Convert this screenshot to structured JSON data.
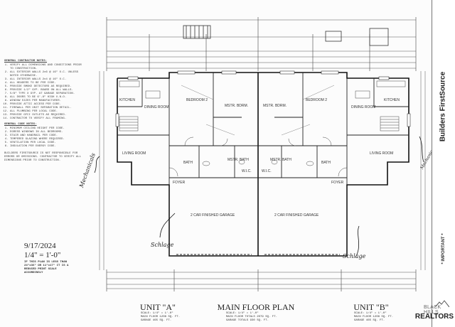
{
  "notes": {
    "general_heading": "GENERAL CONTRACTOR NOTES:",
    "general_items": [
      "VERIFY ALL DIMENSIONS AND CONDITIONS PRIOR TO CONSTRUCTION.",
      "ALL EXTERIOR WALLS 2x6 @ 16\" O.C. UNLESS NOTED OTHERWISE.",
      "ALL INTERIOR WALLS 2x4 @ 16\" O.C.",
      "ALL HEADERS TO BE PER CODE.",
      "PROVIDE SMOKE DETECTORS AS REQUIRED.",
      "PROVIDE 1/2\" GYP. BOARD ON ALL WALLS.",
      "5/8\" TYPE X GYP. AT GARAGE SEPARATION.",
      "ALL DOORS TO BE 6'-8\" HIGH U.N.O.",
      "WINDOW SIZES PER MANUFACTURER.",
      "PROVIDE ATTIC ACCESS PER CODE.",
      "FIREWALL PER UNIT SEPARATION DETAIL.",
      "ALL PLUMBING PER LOCAL CODE.",
      "PROVIDE GFCI OUTLETS AS REQUIRED.",
      "CONTRACTOR TO VERIFY ALL FRAMING."
    ],
    "general2_heading": "GENERAL CODE NOTES:",
    "general2_items": [
      "MINIMUM CEILING HEIGHT PER CODE.",
      "EGRESS WINDOWS IN ALL BEDROOMS.",
      "STAIR AND HANDRAIL PER CODE.",
      "TEMPERED GLAZING WHERE REQUIRED.",
      "VENTILATION PER LOCAL CODE.",
      "INSULATION PER ENERGY CODE."
    ],
    "disclaimer": "BUILDERS FIRSTSOURCE IS NOT RESPONSIBLE FOR ERRORS OR OMISSIONS. CONTRACTOR TO VERIFY ALL DIMENSIONS PRIOR TO CONSTRUCTION."
  },
  "date": "9/17/2024",
  "scale": "1/4\" = 1'-0\"",
  "scale_note": "IF THIS PLAN IS LESS THAN 24\"x36\" OR 11\"x17\" IT IS A REDUCED PRINT SCALE ACCORDINGLY",
  "titles": {
    "unit_a": "UNIT \"A\"",
    "main": "MAIN FLOOR PLAN",
    "unit_b": "UNIT \"B\"",
    "unit_a_sub": [
      "SCALE: 1/4\" = 1'-0\"",
      "MAIN FLOOR   1208 SQ. FT.",
      "GARAGE         465 SQ. FT."
    ],
    "main_sub": [
      "SCALE: 1/4\" = 1'-0\"",
      "MAIN FLOOR TOTALS 2079 SQ. FT.",
      "GARAGE        TOTALS  930 SQ. FT."
    ],
    "unit_b_sub": [
      "SCALE: 1/4\" = 1'-0\"",
      "MAIN FLOOR   1208 SQ. FT.",
      "GARAGE         465 SQ. FT."
    ]
  },
  "rooms": {
    "bedroom2_a": "BEDROOM 2",
    "bedroom2_b": "BEDROOM 2",
    "mstr_bdrm_a": "MSTR. BDRM.",
    "mstr_bdrm_b": "MSTR. BDRM.",
    "dining_a": "DINING ROOM",
    "dining_b": "DINING ROOM",
    "kitchen_a": "KITCHEN",
    "kitchen_b": "KITCHEN",
    "living_a": "LIVING ROOM",
    "living_b": "LIVING ROOM",
    "bath_a": "BATH",
    "bath_b": "BATH",
    "mstr_bath_a": "MSTR. BATH",
    "mstr_bath_b": "MSTR. BATH",
    "wic_a": "W.I.C.",
    "wic_b": "W.I.C.",
    "foyer_a": "FOYER",
    "foyer_b": "FOYER",
    "garage_a": "2 CAR FINISHED GARAGE",
    "garage_b": "2 CAR FINISHED GARAGE"
  },
  "annotations": {
    "schlage_a": "Schlage",
    "schlage_b": "Schlage",
    "mechanicals_a": "Mechanicals",
    "mechanicals_b": "Mechanicals"
  },
  "title_block": {
    "brand": "Builders FirstSource",
    "important": "* IMPORTANT *"
  },
  "watermark": {
    "line1": "BLACK HILLS",
    "line2": "REALTORS"
  }
}
